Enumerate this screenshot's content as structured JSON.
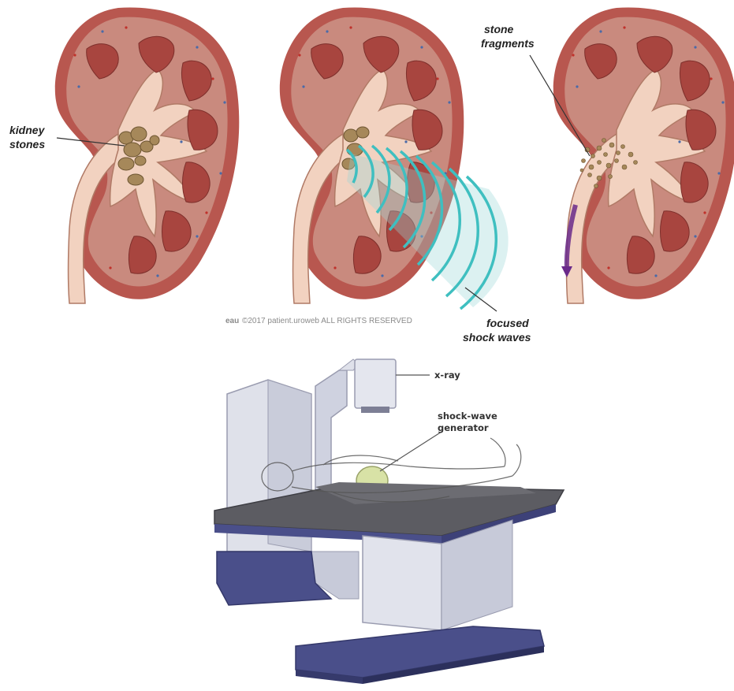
{
  "kidney_panels": {
    "label_kidney_stones_line1": "kidney",
    "label_kidney_stones_line2": "stones",
    "label_stone_fragments_line1": "stone",
    "label_stone_fragments_line2": "fragments",
    "label_shock_waves_line1": "focused",
    "label_shock_waves_line2": "shock waves",
    "copyright_logo": "eau",
    "copyright_text": "©2017 patient.uroweb ALL RIGHTS RESERVED"
  },
  "machine": {
    "label_xray": "x-ray",
    "label_generator_line1": "shock-wave",
    "label_generator_line2": "generator"
  },
  "colors": {
    "kidney_outer": "#b8574f",
    "kidney_cortex": "#c98a7e",
    "pyramid": "#a8453f",
    "pelvis": "#f2d2c0",
    "stone": "#a6885a",
    "shock_wave": "#4fc7c7",
    "machine_light": "#e4e6ee",
    "machine_blue": "#4a4f8a",
    "table_top": "#5c5c62"
  }
}
